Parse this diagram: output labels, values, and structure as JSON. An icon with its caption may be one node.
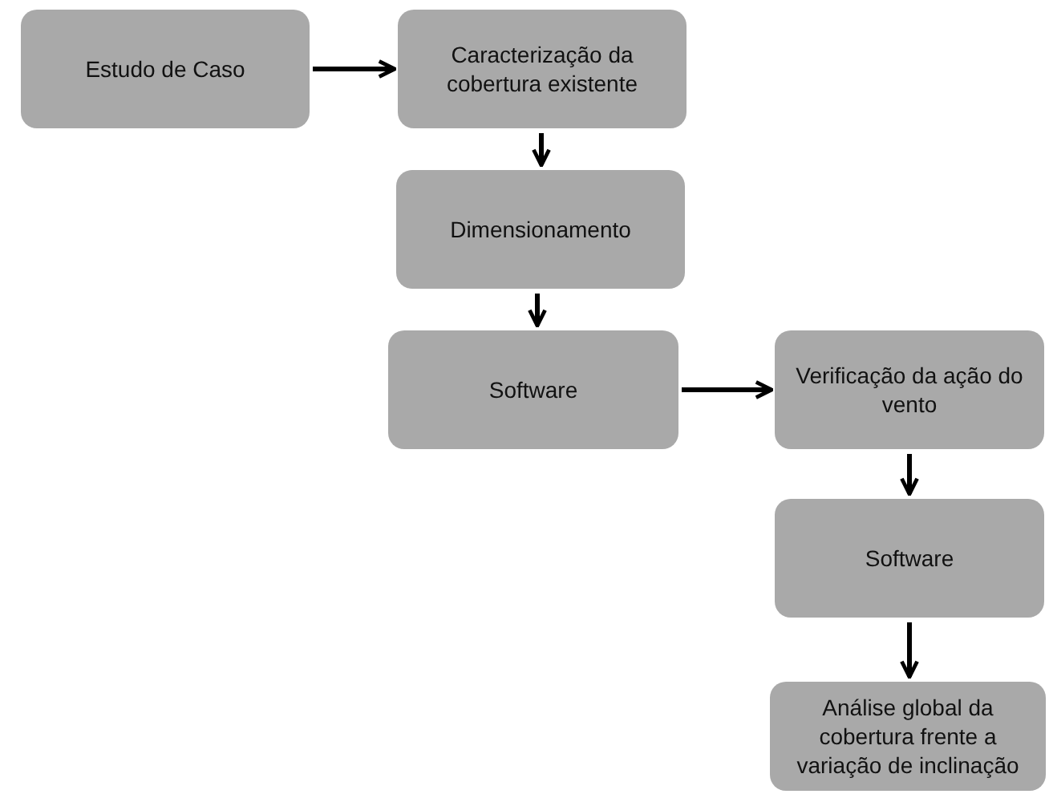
{
  "diagram": {
    "nodes": [
      {
        "text": [
          "Estudo de Caso"
        ]
      },
      {
        "text": [
          "Caracterização da cobertura existente"
        ]
      },
      {
        "text": [
          "Dimensionamento"
        ]
      },
      {
        "text": [
          "Software"
        ]
      },
      {
        "text": [
          "Verificação da ação do vento"
        ]
      },
      {
        "text": [
          "Software"
        ]
      },
      {
        "text": [
          "Análise global da cobertura frente a variação de inclinação"
        ]
      }
    ],
    "edges": [
      {
        "from": 0,
        "to": 1,
        "arrow": "to"
      },
      {
        "from": 1,
        "to": 2,
        "arrow": "to"
      },
      {
        "from": 2,
        "to": 3,
        "arrow": "to"
      },
      {
        "from": 3,
        "to": 4,
        "arrow": "to"
      },
      {
        "from": 4,
        "to": 5,
        "arrow": "to"
      },
      {
        "from": 5,
        "to": 6,
        "arrow": "to"
      }
    ]
  }
}
